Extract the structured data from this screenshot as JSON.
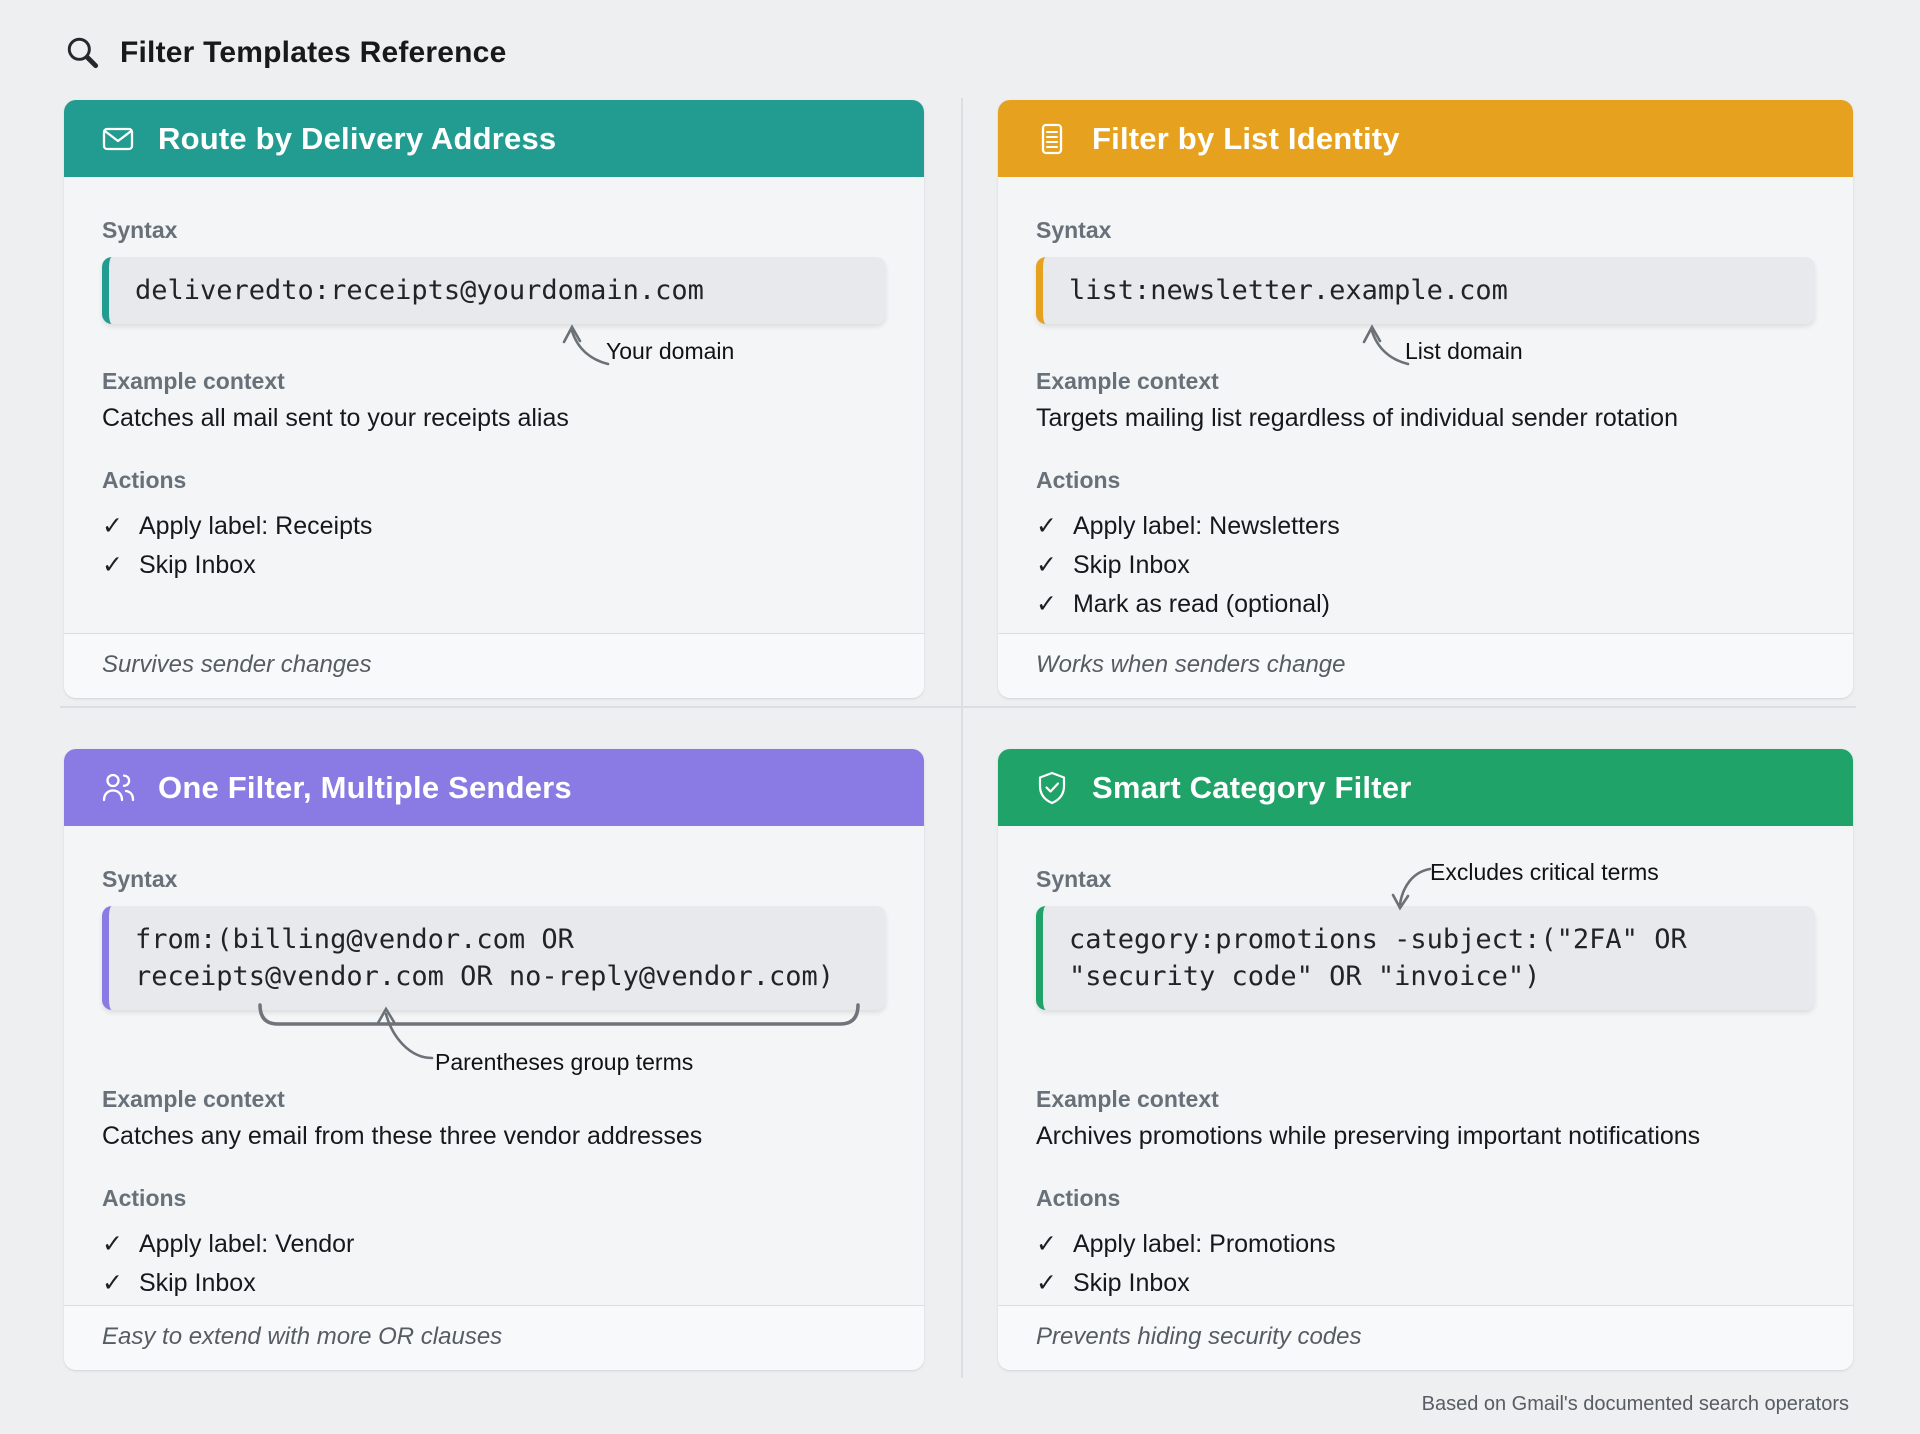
{
  "page": {
    "title": "Filter Templates Reference",
    "attribution": "Based on Gmail's documented search operators",
    "check_glyph": "✓"
  },
  "cards": [
    {
      "title": "Route by Delivery Address",
      "icon": "envelope-icon",
      "accent": "#229C90",
      "syntax_label": "Syntax",
      "code_lines": [
        "deliveredto:receipts@yourdomain.com"
      ],
      "annotation": "Your domain",
      "context_label": "Example context",
      "context_text": "Catches all mail sent to your receipts alias",
      "actions_label": "Actions",
      "actions": [
        "Apply label: Receipts",
        "Skip Inbox"
      ],
      "footer_note": "Survives sender changes"
    },
    {
      "title": "Filter by List Identity",
      "icon": "list-icon",
      "accent": "#E6A11E",
      "syntax_label": "Syntax",
      "code_lines": [
        "list:newsletter.example.com"
      ],
      "annotation": "List domain",
      "context_label": "Example context",
      "context_text": "Targets mailing list regardless of individual sender rotation",
      "actions_label": "Actions",
      "actions": [
        "Apply label: Newsletters",
        "Skip Inbox",
        "Mark as read (optional)"
      ],
      "footer_note": "Works when senders change"
    },
    {
      "title": "One Filter, Multiple Senders",
      "icon": "users-icon",
      "accent": "#8A7BE4",
      "syntax_label": "Syntax",
      "code_lines": [
        "from:(billing@vendor.com OR",
        "receipts@vendor.com OR no-reply@vendor.com)"
      ],
      "annotation": "Parentheses group terms",
      "context_label": "Example context",
      "context_text": "Catches any email from these three vendor addresses",
      "actions_label": "Actions",
      "actions": [
        "Apply label: Vendor",
        "Skip Inbox"
      ],
      "footer_note": "Easy to extend with more OR clauses"
    },
    {
      "title": "Smart Category Filter",
      "icon": "shield-check-icon",
      "accent": "#1FA369",
      "syntax_label": "Syntax",
      "code_lines": [
        "category:promotions -subject:(\"2FA\" OR",
        "\"security code\" OR \"invoice\")"
      ],
      "annotation": "Excludes critical terms",
      "context_label": "Example context",
      "context_text": "Archives promotions while preserving important notifications",
      "actions_label": "Actions",
      "actions": [
        "Apply label: Promotions",
        "Skip Inbox"
      ],
      "footer_note": "Prevents hiding security codes"
    }
  ]
}
